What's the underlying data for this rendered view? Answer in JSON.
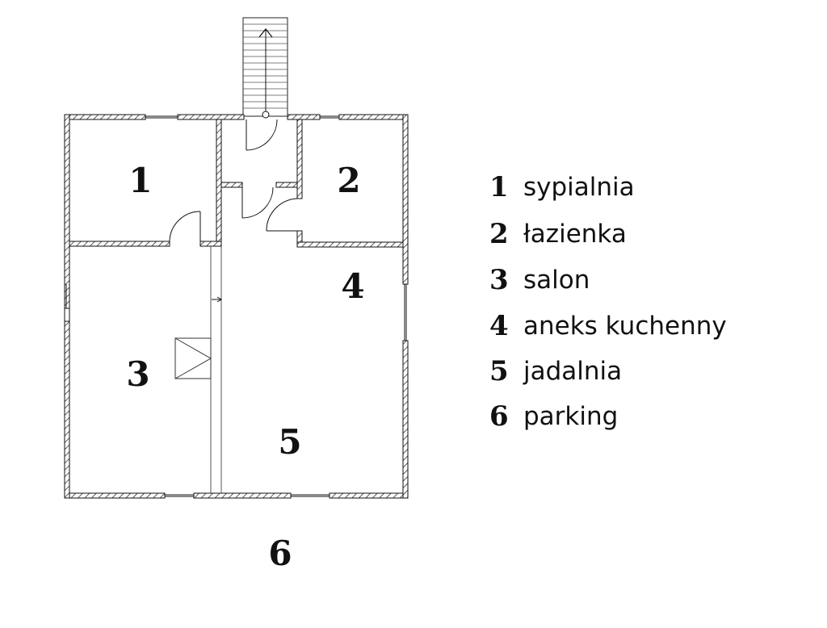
{
  "rooms": {
    "r1": "1",
    "r2": "2",
    "r3": "3",
    "r4": "4",
    "r5": "5",
    "r6": "6"
  },
  "legend": [
    {
      "num": "1",
      "label": "sypialnia"
    },
    {
      "num": "2",
      "label": "łazienka"
    },
    {
      "num": "3",
      "label": "salon"
    },
    {
      "num": "4",
      "label": "aneks kuchenny"
    },
    {
      "num": "5",
      "label": "jadalnia"
    },
    {
      "num": "6",
      "label": "parking"
    }
  ],
  "colors": {
    "line": "#111111",
    "hatch": "#444444",
    "background": "#ffffff"
  }
}
